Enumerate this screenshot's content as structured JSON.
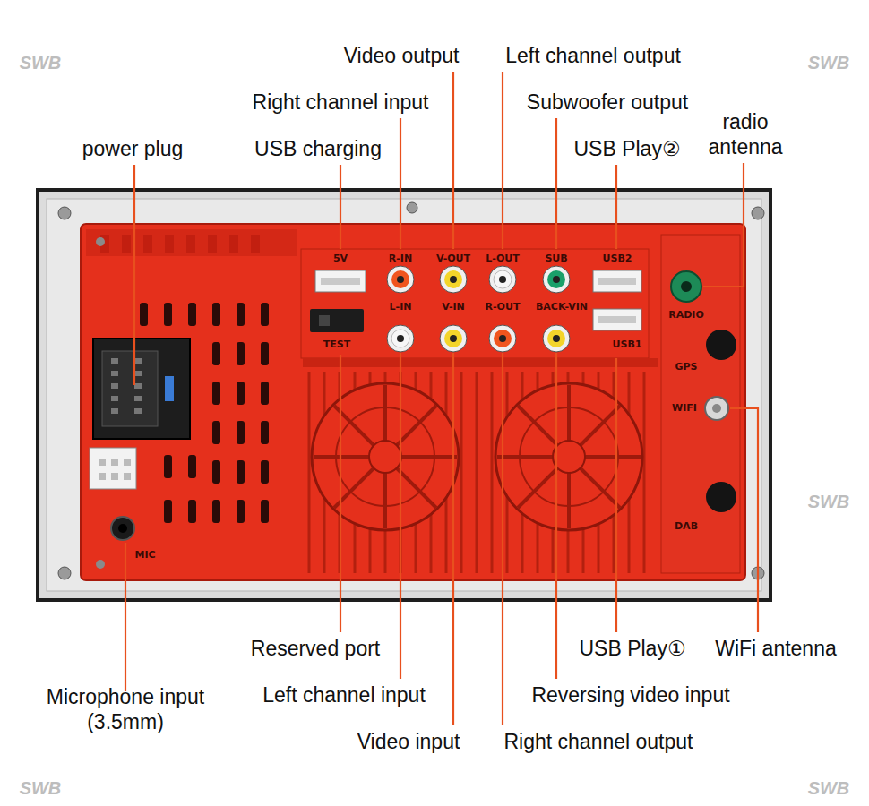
{
  "diagram": {
    "labels": [
      "Video output",
      "Left channel output",
      "Right channel input",
      "Subwoofer output",
      "power plug",
      "USB charging",
      "USB Play②",
      "radio antenna",
      "5V",
      "R-IN",
      "V-OUT",
      "L-OUT",
      "SUB",
      "USB2",
      "TEST",
      "L-IN",
      "V-IN",
      "R-OUT",
      "BACK-VIN",
      "USB1",
      "RADIO",
      "GPS",
      "WIFI",
      "DAB",
      "MIC",
      "Reserved port",
      "USB Play①",
      "WiFi antenna",
      "Microphone input (3.5mm)",
      "Left channel input",
      "Reversing video input",
      "Video input",
      "Right channel output",
      "SWB",
      "SWB",
      "SWB",
      "SWB",
      "SWB"
    ]
  }
}
